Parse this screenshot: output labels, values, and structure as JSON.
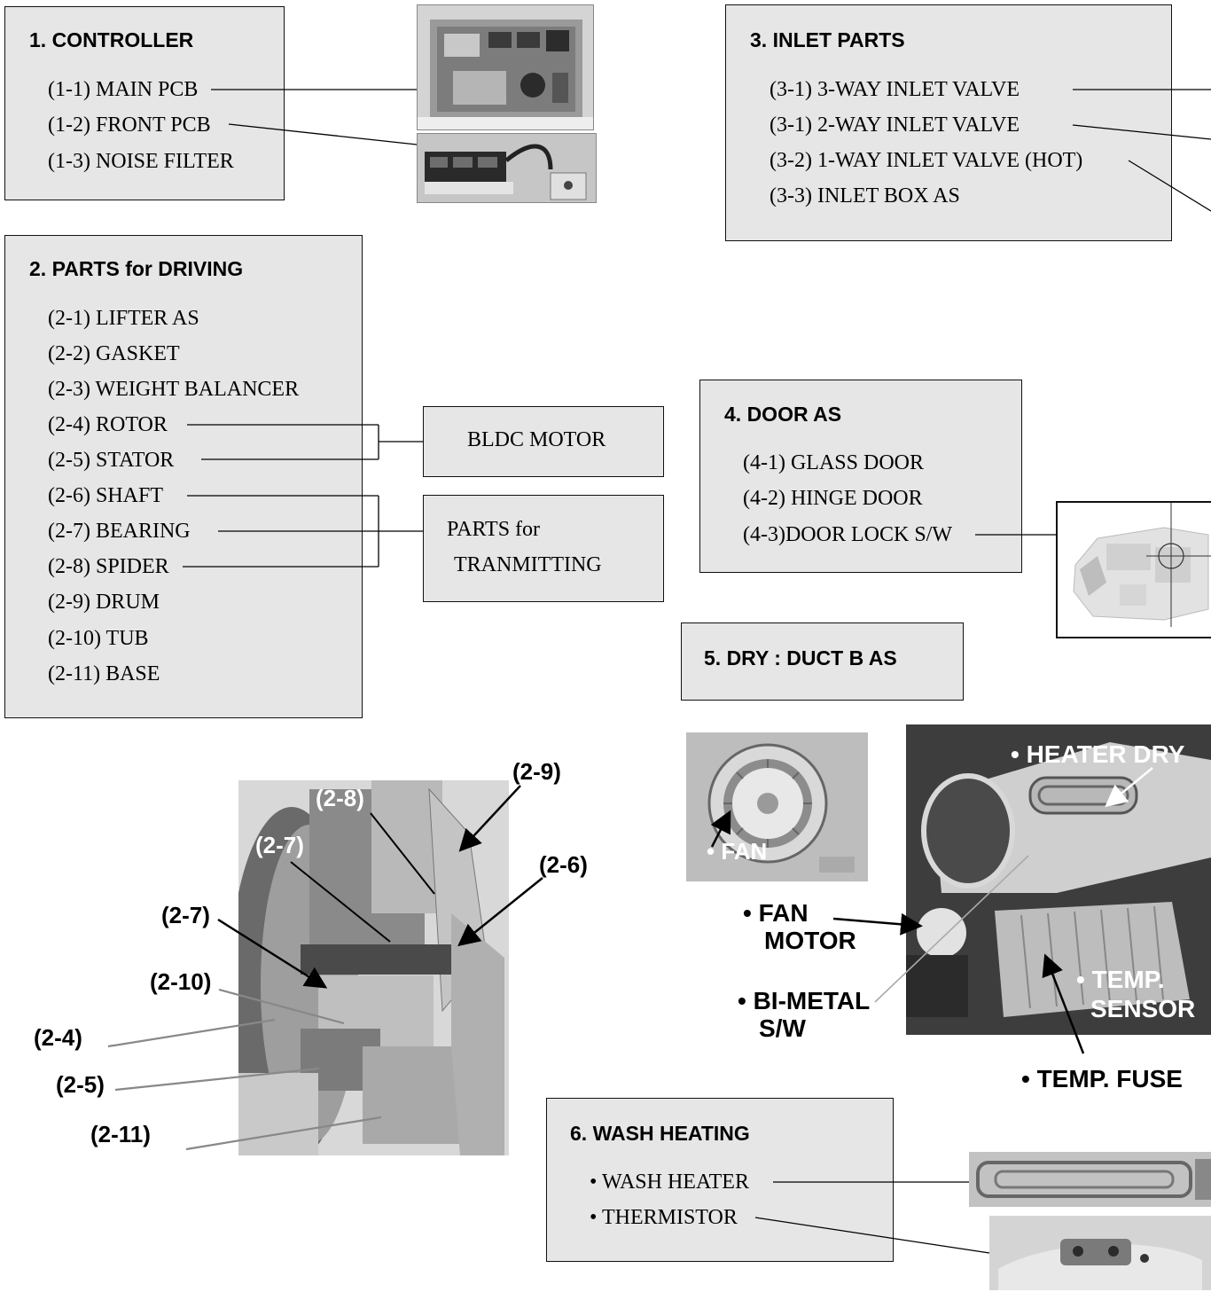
{
  "controller": {
    "title": "1. CONTROLLER",
    "items": [
      "(1-1) MAIN PCB",
      "(1-2) FRONT PCB",
      "(1-3) NOISE FILTER"
    ]
  },
  "driving": {
    "title": "2. PARTS for DRIVING",
    "items": [
      "(2-1) LIFTER AS",
      "(2-2) GASKET",
      "(2-3) WEIGHT BALANCER",
      "(2-4) ROTOR",
      "(2-5) STATOR",
      "(2-6) SHAFT",
      "(2-7) BEARING",
      "(2-8) SPIDER",
      "(2-9) DRUM",
      "(2-10) TUB",
      "(2-11) BASE"
    ],
    "bldc_label": "BLDC MOTOR",
    "transmit_label_1": "PARTS for",
    "transmit_label_2": "TRANMITTING"
  },
  "inlet": {
    "title": "3. INLET PARTS",
    "items": [
      "(3-1) 3-WAY INLET VALVE",
      "(3-1) 2-WAY INLET VALVE",
      "(3-2) 1-WAY INLET VALVE (HOT)",
      "(3-3) INLET BOX AS"
    ]
  },
  "door": {
    "title": "4. DOOR AS",
    "items": [
      "(4-1) GLASS DOOR",
      "(4-2) HINGE DOOR",
      "(4-3)DOOR LOCK S/W"
    ]
  },
  "dry": {
    "title": "5. DRY : DUCT B AS",
    "fan": "• FAN",
    "fan_motor_1": "• FAN",
    "fan_motor_2": "MOTOR",
    "bimetal_1": "• BI-METAL",
    "bimetal_2": "S/W",
    "heater_dry": "• HEATER DRY",
    "temp_sensor_1": "• TEMP.",
    "temp_sensor_2": "SENSOR",
    "temp_fuse": "• TEMP. FUSE"
  },
  "wash": {
    "title": "6. WASH HEATING",
    "items": [
      "• WASH HEATER",
      "• THERMISTOR"
    ]
  },
  "cutaway": {
    "labels": [
      "(2-9)",
      "(2-8)",
      "(2-7)",
      "(2-6)",
      "(2-7)",
      "(2-10)",
      "(2-4)",
      "(2-5)",
      "(2-11)"
    ]
  }
}
